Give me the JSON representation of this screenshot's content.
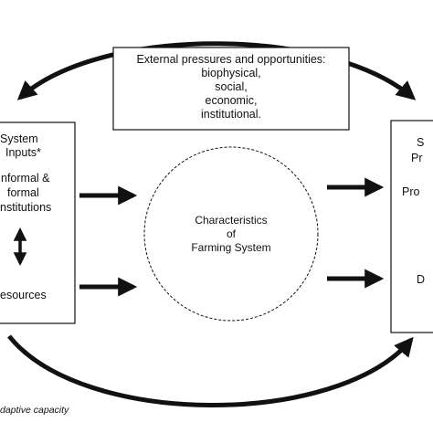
{
  "external_box": {
    "lines": [
      "External pressures and opportunities:",
      "biophysical,",
      "social,",
      "economic,",
      "institutional."
    ]
  },
  "left_box": {
    "inputs_lines": [
      "System",
      "Inputs*"
    ],
    "institutions_lines": [
      "nformal &",
      "formal",
      "nstitutions"
    ],
    "resources": "esources"
  },
  "center": {
    "lines": [
      "Characteristics",
      "of",
      "Farming System"
    ]
  },
  "right_box": {
    "lines": [
      "S",
      "Pr",
      "Pro",
      "D"
    ]
  },
  "footnote": "daptive capacity"
}
